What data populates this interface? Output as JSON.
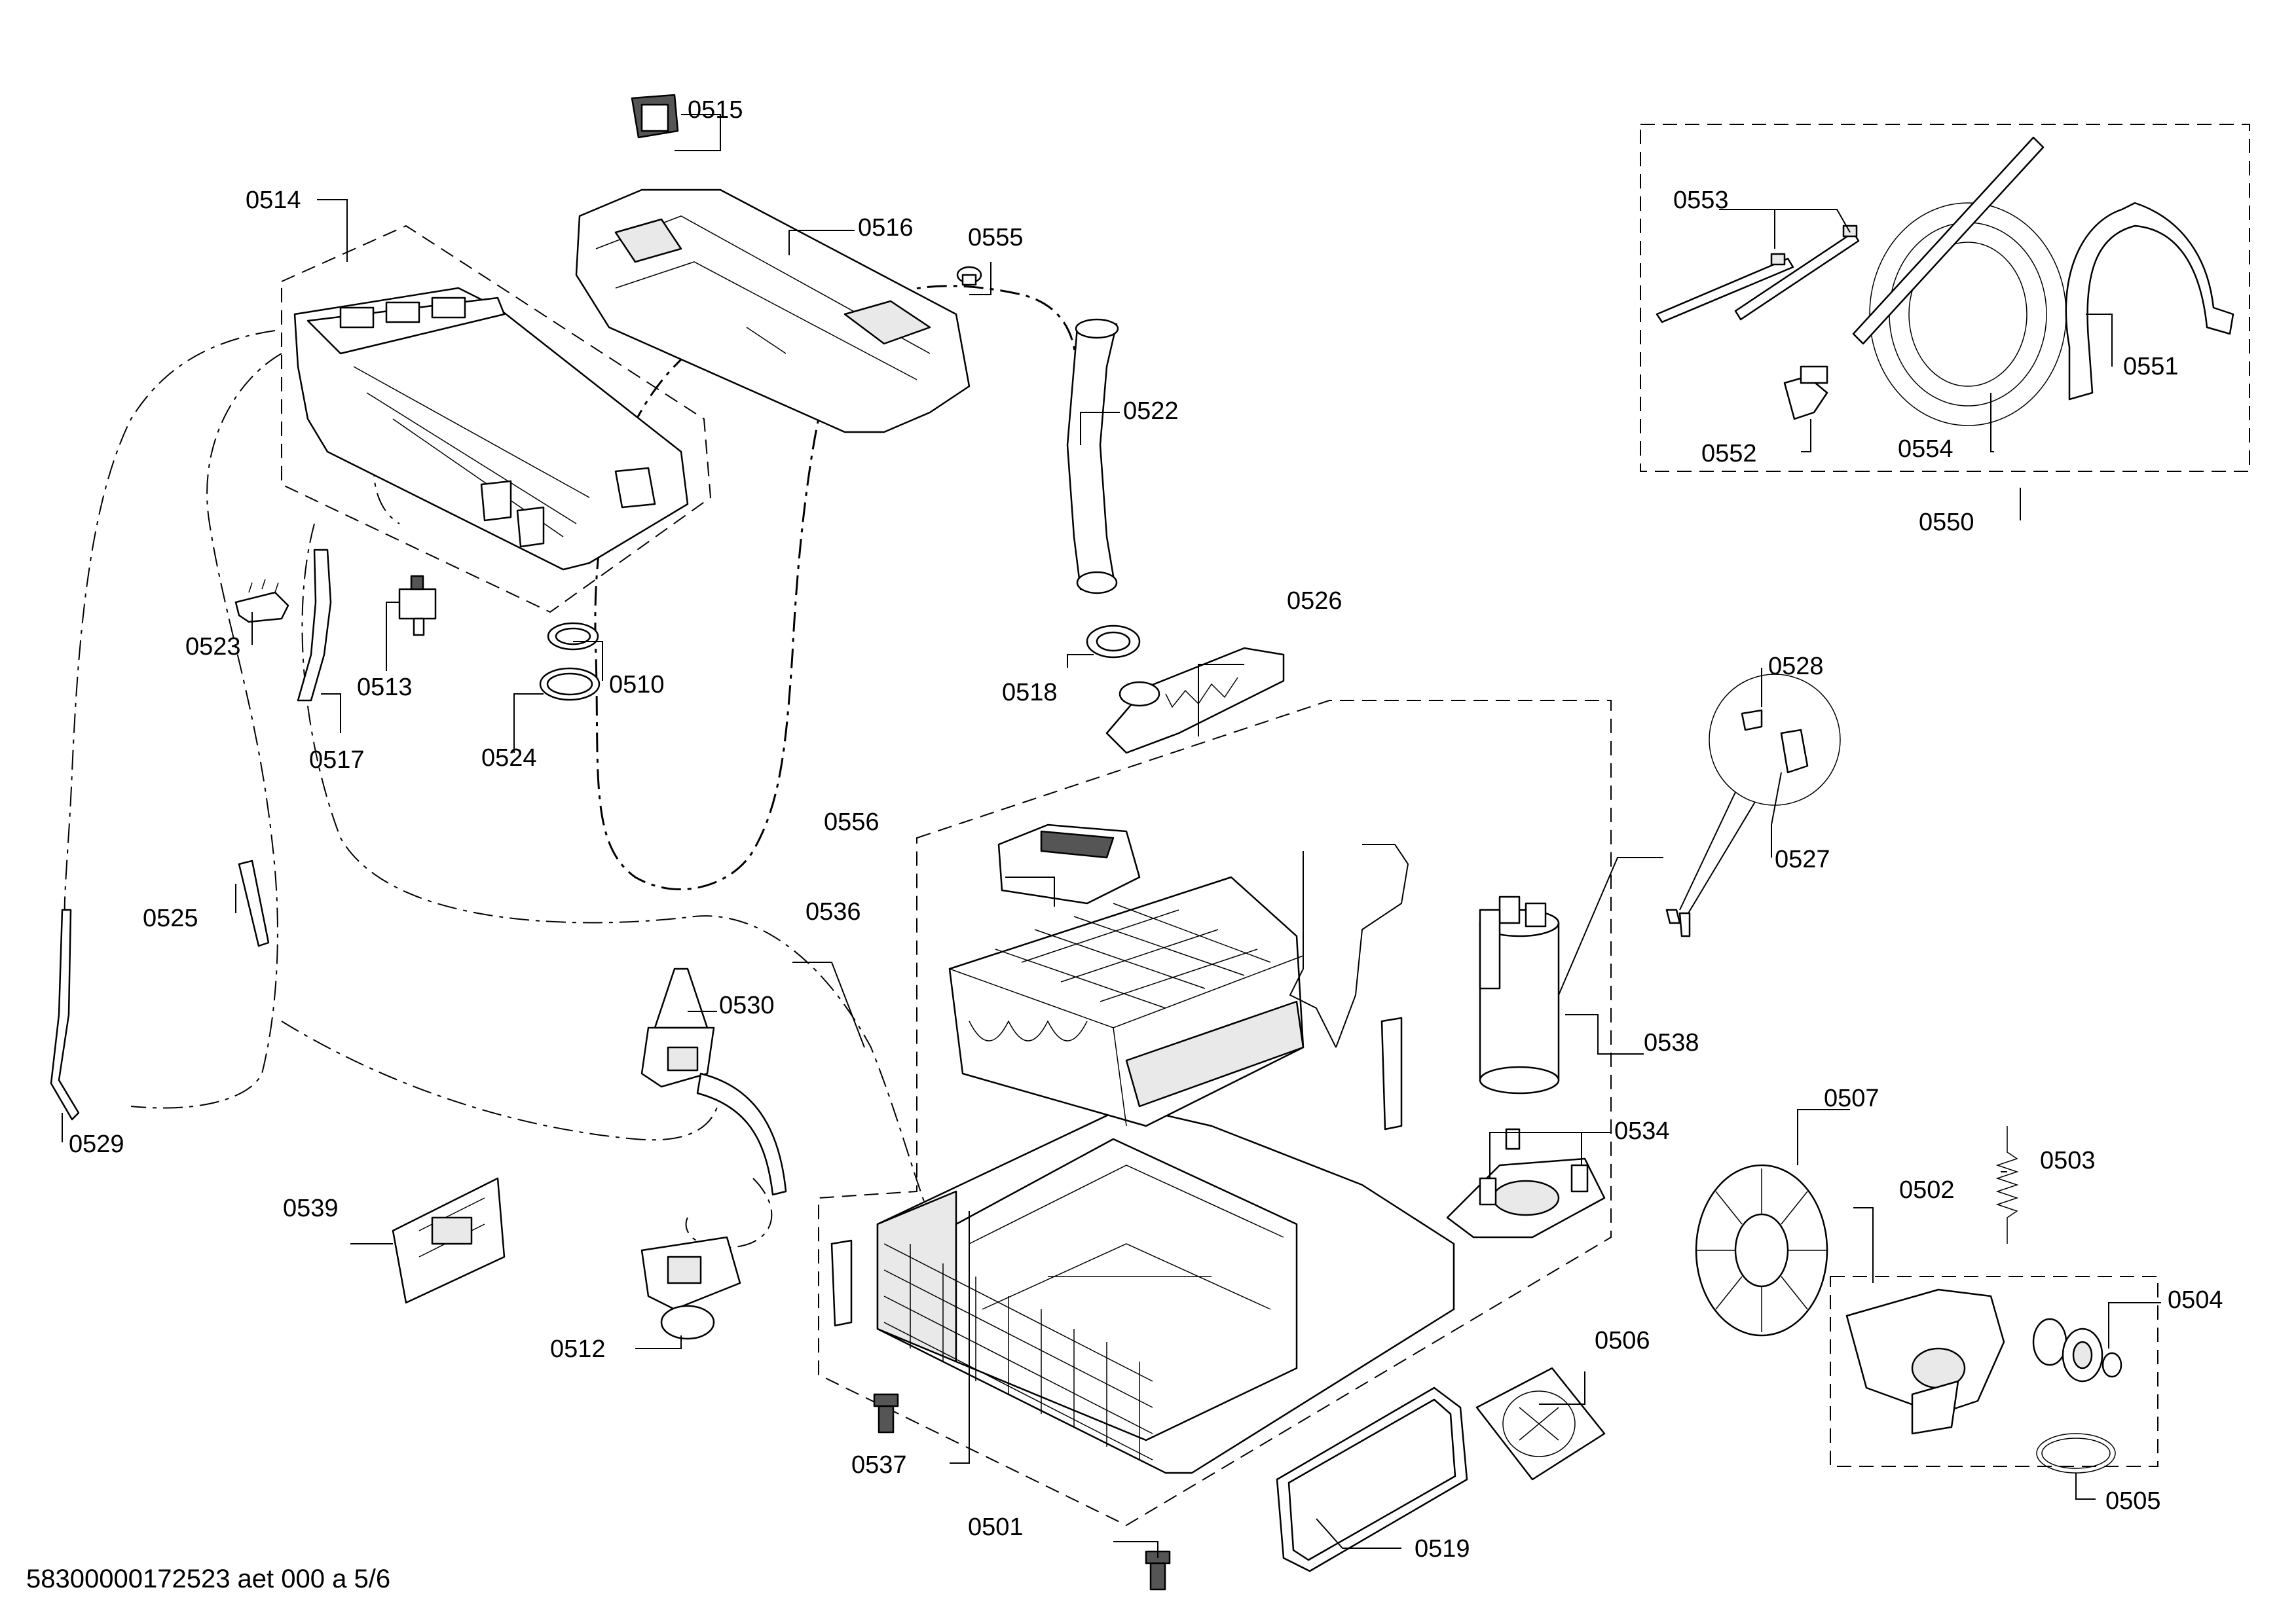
{
  "diagram": {
    "doc_id": "58300000172523 aet 000 a 5/6",
    "labels": {
      "p0501": "0501",
      "p0502": "0502",
      "p0503": "0503",
      "p0504": "0504",
      "p0505": "0505",
      "p0506": "0506",
      "p0507": "0507",
      "p0510": "0510",
      "p0512": "0512",
      "p0513": "0513",
      "p0514": "0514",
      "p0515": "0515",
      "p0516": "0516",
      "p0517": "0517",
      "p0518": "0518",
      "p0519": "0519",
      "p0522": "0522",
      "p0523": "0523",
      "p0524": "0524",
      "p0525": "0525",
      "p0526": "0526",
      "p0527": "0527",
      "p0528": "0528",
      "p0529": "0529",
      "p0530": "0530",
      "p0534": "0534",
      "p0536": "0536",
      "p0537": "0537",
      "p0538": "0538",
      "p0539": "0539",
      "p0550": "0550",
      "p0551": "0551",
      "p0552": "0552",
      "p0553": "0553",
      "p0554": "0554",
      "p0555": "0555",
      "p0556": "0556"
    }
  }
}
